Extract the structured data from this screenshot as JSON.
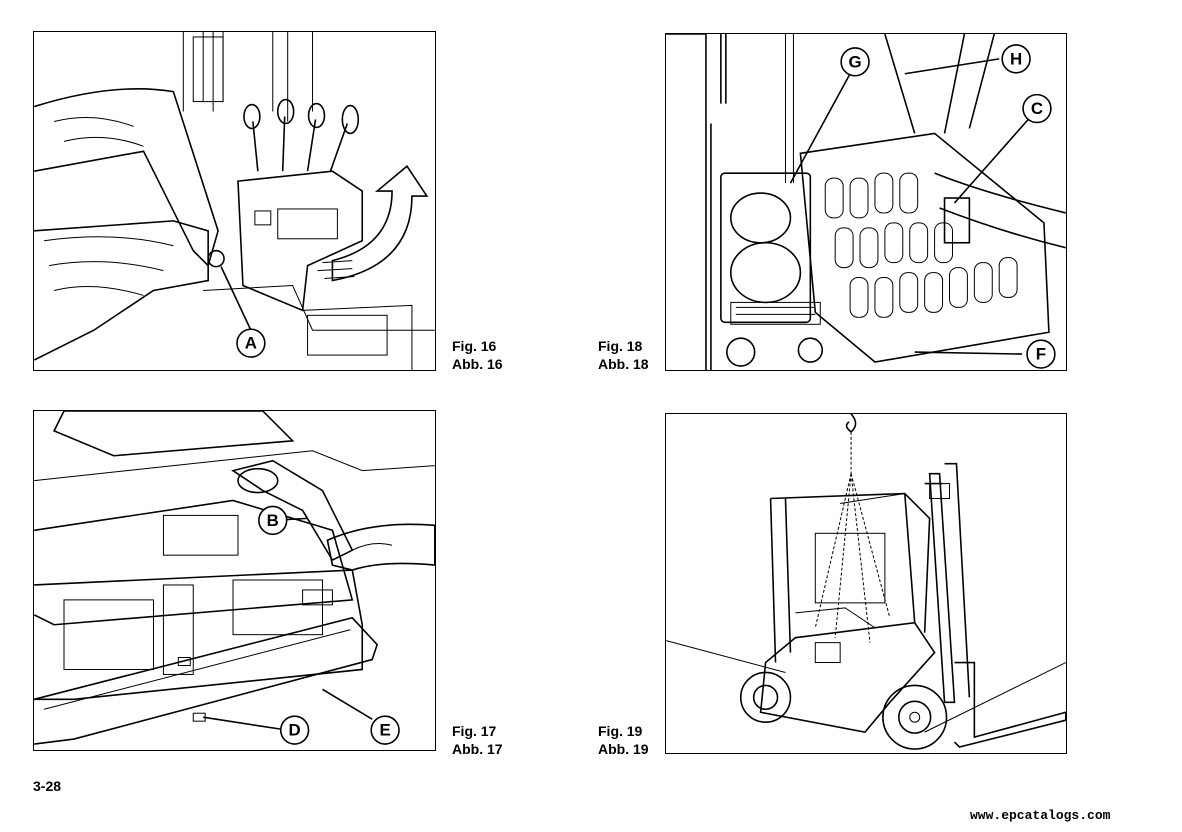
{
  "figures": {
    "fig16": {
      "caption_line1": "Fig. 16",
      "caption_line2": "Abb. 16",
      "labels": [
        "A"
      ]
    },
    "fig17": {
      "caption_line1": "Fig. 17",
      "caption_line2": "Abb. 17",
      "labels": [
        "B",
        "D",
        "E"
      ]
    },
    "fig18": {
      "caption_line1": "Fig. 18",
      "caption_line2": "Abb. 18",
      "labels": [
        "G",
        "H",
        "C",
        "F"
      ]
    },
    "fig19": {
      "caption_line1": "Fig. 19",
      "caption_line2": "Abb. 19",
      "labels": []
    }
  },
  "page_number": "3-28",
  "watermark": "www.epcatalogs.com"
}
